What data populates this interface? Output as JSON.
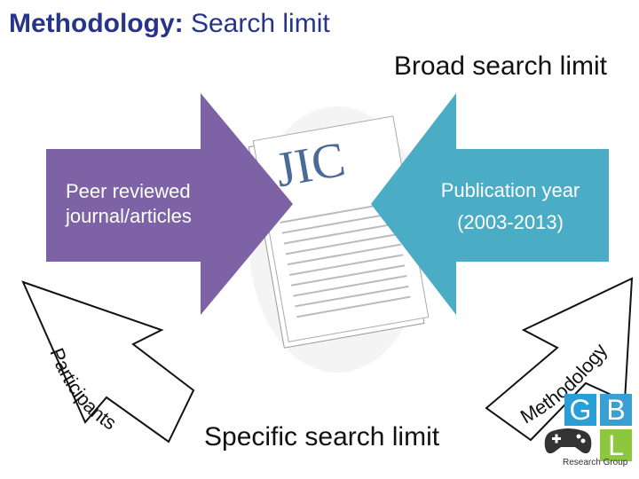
{
  "title": {
    "bold": "Methodology:",
    "rest": "Search limit"
  },
  "broad_label": "Broad search limit",
  "peer": {
    "line1": "Peer reviewed",
    "line2": "journal/articles"
  },
  "publication": {
    "line1": "Publication year",
    "line2": "(2003-2013)"
  },
  "participants_label": "Participants",
  "methodology_label": "Methodology",
  "specific_label": "Specific search limit",
  "logo": {
    "g": "G",
    "b": "B",
    "l": "L",
    "caption": "Research Group"
  },
  "colors": {
    "purple": "#7d62a6",
    "cyan": "#4bacc6",
    "title": "#27348b"
  }
}
